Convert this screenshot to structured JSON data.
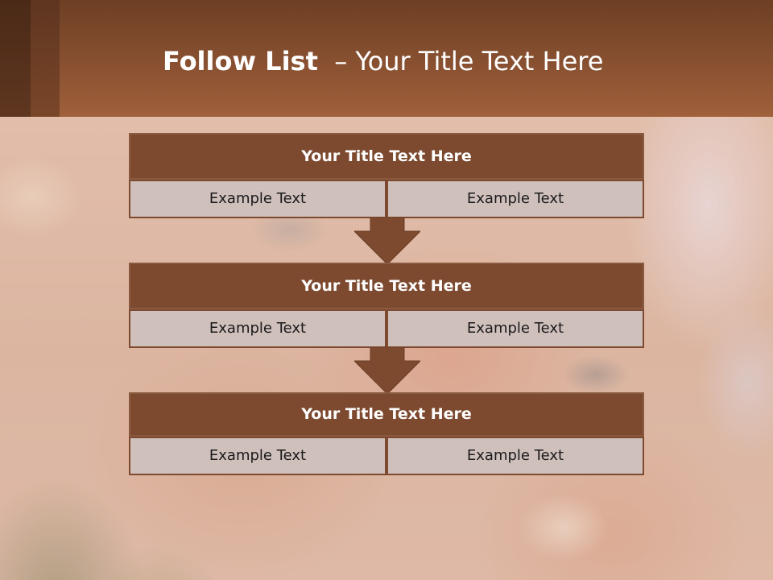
{
  "slide": {
    "title_bold": "Follow List",
    "title_rest": "  – Your Title Text Here"
  },
  "blocks": [
    {
      "title": "Your Title Text Here",
      "left": "Example Text",
      "right": "Example Text"
    },
    {
      "title": "Your Title Text Here",
      "left": "Example Text",
      "right": "Example Text"
    },
    {
      "title": "Your Title Text Here",
      "left": "Example Text",
      "right": "Example Text"
    }
  ],
  "colors": {
    "header_brown": "#864f30",
    "block_title_bg": "#7d4a30",
    "cell_bg": "#cfc0bc",
    "arrow_fill": "#7d4a30"
  },
  "icons": [
    "down-arrow-icon"
  ]
}
